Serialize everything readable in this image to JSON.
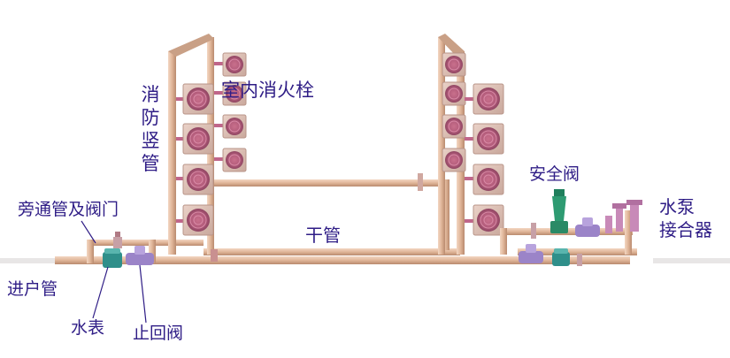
{
  "labels": {
    "indoor_hydrant": "室内消火栓",
    "fire_riser": "消防竖管",
    "bypass": "旁通管及阀门",
    "main_pipe": "干管",
    "safety_valve": "安全阀",
    "pump_connector_1": "水泵",
    "pump_connector_2": "接合器",
    "inlet_pipe": "进户管",
    "water_meter": "水表",
    "check_valve": "止回阀"
  },
  "colors": {
    "label_text": "#2f1d86",
    "pipe": "#e2b89a",
    "hydrant_box": "#d8b9b0",
    "hydrant_reel": "#b05a78",
    "meter": "#2f8f8a",
    "check_valve": "#9b84c8",
    "safety_valve": "#2e9b72",
    "connector": "#c88ab8"
  }
}
